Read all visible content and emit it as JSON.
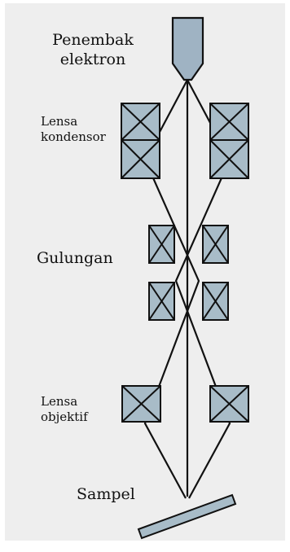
{
  "labels": {
    "electron_gun": [
      "Penembak",
      "elektron"
    ],
    "condenser_lens": [
      "Lensa",
      "kondensor"
    ],
    "coils": "Gulungan",
    "objective_lens": [
      "Lensa",
      "objektif"
    ],
    "sample": "Sampel"
  },
  "colors": {
    "background": "#eeeeee",
    "lens_fill": "#a8bcc8",
    "gun_fill": "#9fb3c3",
    "stroke": "#111111"
  }
}
